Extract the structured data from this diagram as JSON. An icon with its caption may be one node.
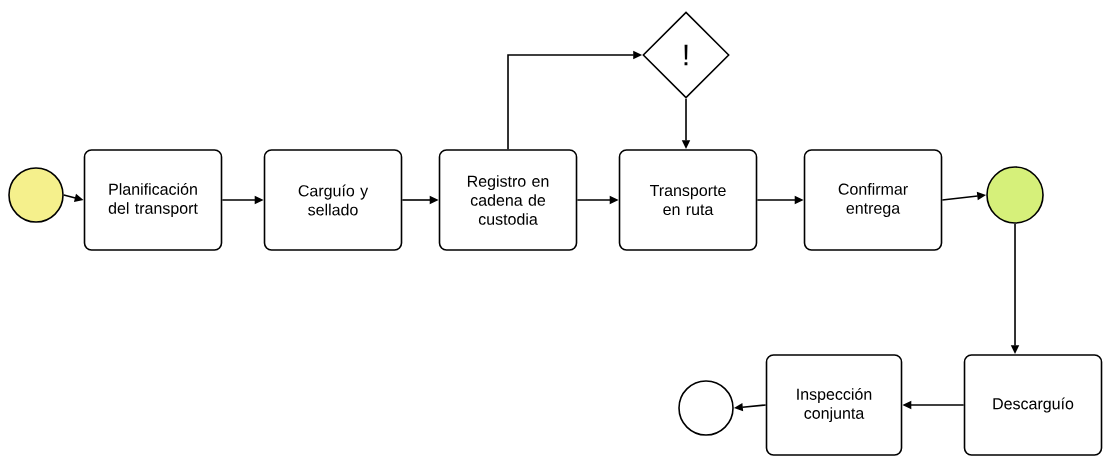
{
  "diagram": {
    "nodes": [
      {
        "text": [],
        "shape": "circle"
      },
      {
        "text": [
          "Planificación del transport"
        ]
      },
      {
        "text": [
          "Carguío y sellado"
        ]
      },
      {
        "text": [
          "Registro en cadena de custodia"
        ]
      },
      {
        "text": [
          "!"
        ]
      },
      {
        "text": [
          "Transporte en ruta"
        ]
      },
      {
        "text": [
          "Confirmar entrega"
        ]
      },
      {
        "text": [],
        "shape": "circle"
      },
      {
        "text": [
          "Descarguío"
        ]
      },
      {
        "text": [
          "Inspección conjunta"
        ]
      },
      {
        "text": [],
        "shape": "circle"
      }
    ],
    "edges": [
      {
        "from": 0,
        "to": 1,
        "arrow": "to"
      },
      {
        "from": 1,
        "to": 2,
        "arrow": "to"
      },
      {
        "from": 2,
        "to": 3,
        "arrow": "to"
      },
      {
        "from": 3,
        "to": 4,
        "arrow": "to"
      },
      {
        "from": 4,
        "to": 5,
        "arrow": "to"
      },
      {
        "from": 3,
        "to": 5,
        "arrow": "to"
      },
      {
        "from": 5,
        "to": 6,
        "arrow": "to"
      },
      {
        "from": 6,
        "to": 7,
        "arrow": "to"
      },
      {
        "from": 7,
        "to": 8,
        "arrow": "to"
      },
      {
        "from": 8,
        "to": 9,
        "arrow": "to"
      },
      {
        "from": 9,
        "to": 10,
        "arrow": "to"
      }
    ]
  }
}
